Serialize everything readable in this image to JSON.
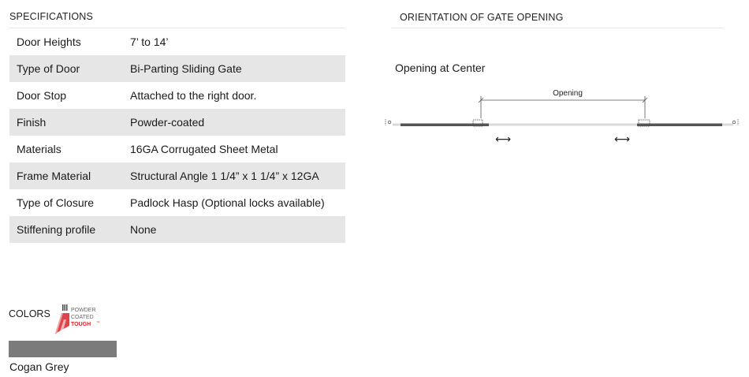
{
  "specifications": {
    "title": "SPECIFICATIONS",
    "rows": [
      {
        "label": "Door Heights",
        "value": "7’ to 14’"
      },
      {
        "label": "Type of Door",
        "value": "Bi-Parting Sliding Gate"
      },
      {
        "label": "Door Stop",
        "value": "Attached to the right door."
      },
      {
        "label": "Finish",
        "value": "Powder-coated"
      },
      {
        "label": "Materials",
        "value": "16GA Corrugated Sheet Metal"
      },
      {
        "label": "Frame Material",
        "value": "Structural Angle 1 1/4” x 1 1/4” x 12GA"
      },
      {
        "label": "Type of Closure",
        "value": "Padlock Hasp (Optional locks available)"
      },
      {
        "label": "Stiffening profile",
        "value": "None"
      }
    ]
  },
  "orientation": {
    "title": "ORIENTATION OF GATE OPENING",
    "subtitle": "Opening at Center",
    "diagram": {
      "opening_label": "Opening",
      "arrow_glyph": "⟷"
    }
  },
  "colors": {
    "title": "COLORS",
    "logo_lines": [
      "POWDER",
      "COATED",
      "TOUGH"
    ],
    "logo_tm": "™",
    "swatches": [
      {
        "name": "Cogan Grey",
        "hex": "#7b7b7b"
      }
    ]
  },
  "palette": {
    "row_shade": "#e6e6e6",
    "logo_red": "#d8232a"
  }
}
